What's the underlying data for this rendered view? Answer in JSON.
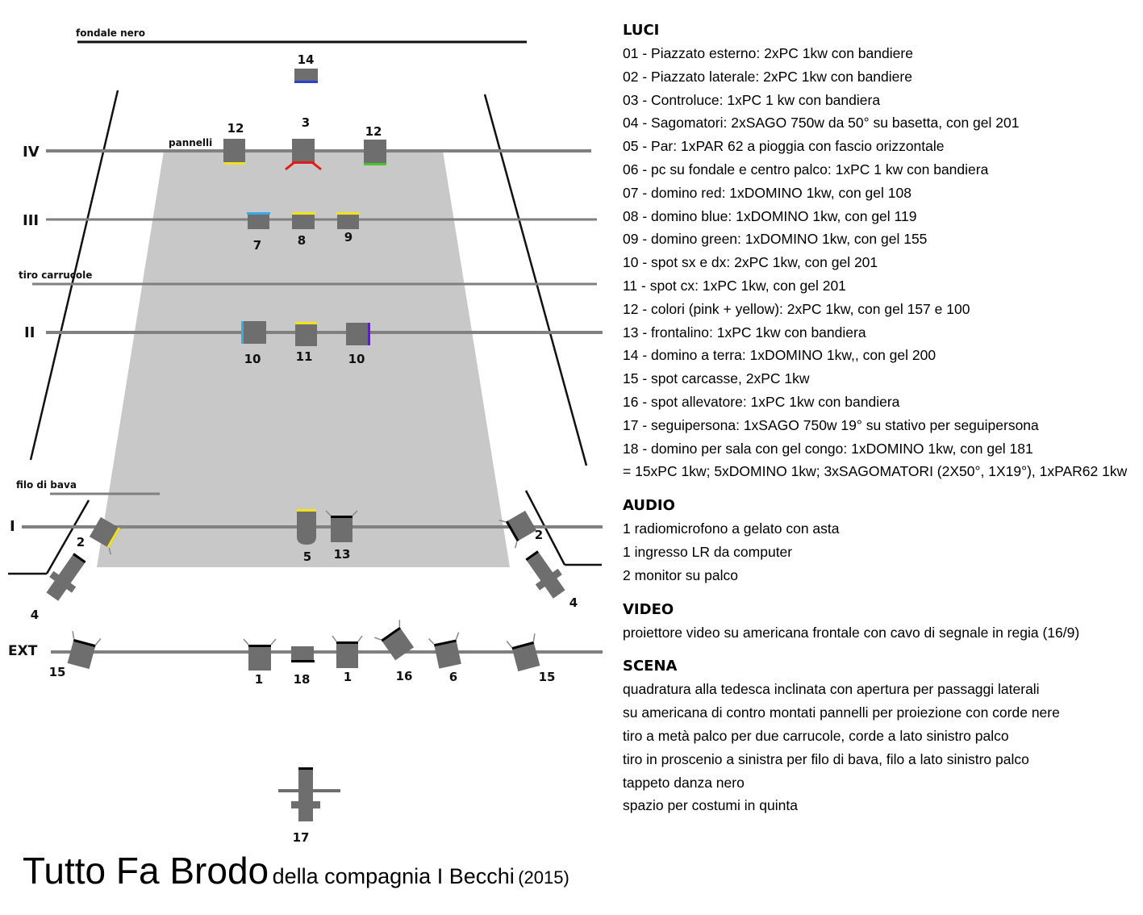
{
  "diagram": {
    "labels": {
      "backdrop": "fondale nero",
      "panels": "pannelli",
      "pulley_line": "tiro carrucole",
      "fishing_line": "filo di bava"
    },
    "bars": [
      "IV",
      "III",
      "II",
      "I",
      "EXT"
    ],
    "fixtures": [
      {
        "num": "14",
        "gel": "#2a3fd6"
      },
      {
        "num": "12",
        "gel": "#e83fd8"
      },
      {
        "num": "3",
        "gel": "#f2e219"
      },
      {
        "num": "12",
        "gel": "#7fe040"
      },
      {
        "num": "7",
        "gel": "#e21b1b"
      },
      {
        "num": "8",
        "gel": "#2a3fd6"
      },
      {
        "num": "9",
        "gel": "#49c42a"
      },
      {
        "num": "10",
        "gel": "#3aa7e8"
      },
      {
        "num": "11",
        "gel": "#3aa7e8"
      },
      {
        "num": "10",
        "gel": "#3aa7e8"
      },
      {
        "num": "2",
        "gel": "#f2e219"
      },
      {
        "num": "5",
        "gel": "#f2e219"
      },
      {
        "num": "13",
        "gel": "#f2e219"
      },
      {
        "num": "2",
        "gel": "#f2e219"
      },
      {
        "num": "4",
        "gel": "#3aa7e8"
      },
      {
        "num": "4",
        "gel": "#3aa7e8"
      },
      {
        "num": "15",
        "gel": "#f2e219"
      },
      {
        "num": "1",
        "gel": "#f2e219"
      },
      {
        "num": "18",
        "gel": "#5a22b8"
      },
      {
        "num": "1",
        "gel": "#f2e219"
      },
      {
        "num": "16",
        "gel": "#f2e219"
      },
      {
        "num": "6",
        "gel": "#f2e219"
      },
      {
        "num": "15",
        "gel": "#f2e219"
      },
      {
        "num": "17",
        "gel": "#f2e219"
      }
    ]
  },
  "sections": {
    "luci": {
      "heading": "LUCI",
      "items": [
        "01 - Piazzato esterno: 2xPC 1kw con bandiere",
        "02 - Piazzato laterale: 2xPC 1kw con bandiere",
        "03 - Controluce: 1xPC 1 kw con bandiera",
        "04 - Sagomatori: 2xSAGO 750w da 50° su basetta, con gel 201",
        "05 - Par: 1xPAR 62 a pioggia con fascio orizzontale",
        "06 - pc su fondale e centro palco: 1xPC 1 kw con bandiera",
        "07 - domino red: 1xDOMINO 1kw, con gel 108",
        "08 - domino blue: 1xDOMINO 1kw, con gel 119",
        "09 - domino green: 1xDOMINO 1kw, con gel 155",
        "10 - spot sx e dx: 2xPC 1kw, con gel 201",
        "11 - spot cx: 1xPC 1kw, con gel 201",
        "12 - colori (pink + yellow): 2xPC 1kw, con gel 157 e 100",
        "13 - frontalino: 1xPC 1kw con bandiera",
        "14 - domino a terra: 1xDOMINO 1kw,, con gel 200",
        "15 - spot carcasse, 2xPC 1kw",
        "16 - spot allevatore: 1xPC 1kw con bandiera",
        "17 - seguipersona: 1xSAGO 750w 19° su stativo per seguipersona",
        "18 - domino per sala con gel congo: 1xDOMINO 1kw, con gel 181",
        "= 15xPC 1kw; 5xDOMINO 1kw; 3xSAGOMATORI (2X50°, 1X19°), 1xPAR62 1kw"
      ]
    },
    "audio": {
      "heading": "AUDIO",
      "items": [
        "1 radiomicrofono a gelato con asta",
        "1 ingresso LR da computer",
        "2 monitor su palco"
      ]
    },
    "video": {
      "heading": "VIDEO",
      "items": [
        "proiettore video su americana frontale con cavo di segnale in regia (16/9)"
      ]
    },
    "scena": {
      "heading": "SCENA",
      "items": [
        "quadratura alla tedesca inclinata con apertura per passaggi laterali",
        "su americana di contro montati pannelli per proiezione con corde nere",
        "tiro a metà palco per due carrucole, corde a lato sinistro palco",
        "tiro in proscenio a sinistra per filo di bava, filo a lato sinistro palco",
        "tappeto danza nero",
        "spazio per costumi in quinta"
      ]
    }
  },
  "title": {
    "main": "Tutto Fa Brodo",
    "sub": "della compagnia I Becchi",
    "year": "(2015)"
  }
}
